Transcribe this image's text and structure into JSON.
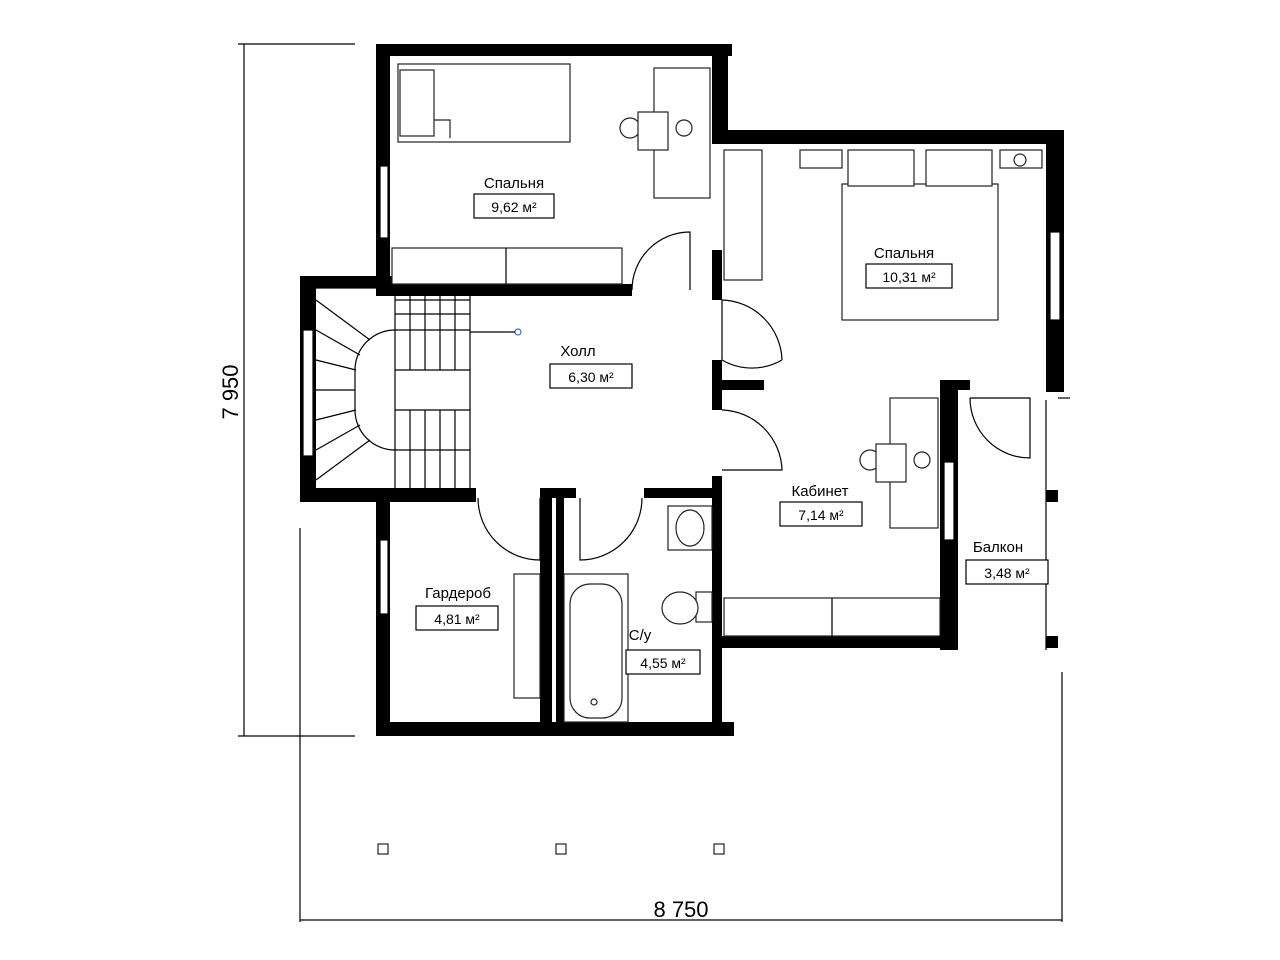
{
  "dimensions": {
    "height_label": "7 950",
    "width_label": "8 750"
  },
  "rooms": [
    {
      "name": "Спальня",
      "area": "9,62 м²"
    },
    {
      "name": "Спальня",
      "area": "10,31 м²"
    },
    {
      "name": "Холл",
      "area": "6,30 м²"
    },
    {
      "name": "Кабинет",
      "area": "7,14 м²"
    },
    {
      "name": "Балкон",
      "area": "3,48 м²"
    },
    {
      "name": "Гардероб",
      "area": "4,81 м²"
    },
    {
      "name": "С/у",
      "area": "4,55 м²"
    }
  ]
}
